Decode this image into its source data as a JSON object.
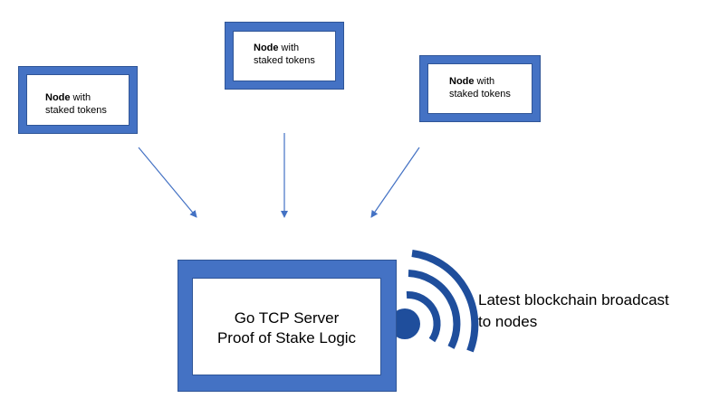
{
  "nodes": [
    {
      "name_bold": "Node",
      "name_rest": " with",
      "line2": "staked tokens"
    },
    {
      "name_bold": "Node",
      "name_rest": " with",
      "line2": "staked tokens"
    },
    {
      "name_bold": "Node",
      "name_rest": " with",
      "line2": "staked tokens"
    }
  ],
  "server": {
    "line1": "Go TCP Server",
    "line2": "Proof of Stake Logic"
  },
  "broadcast": {
    "line1": "Latest blockchain broadcast",
    "line2": "to nodes"
  },
  "icons": {
    "broadcast": "wifi-signal-icon"
  },
  "colors": {
    "box_fill": "#4472c4",
    "box_border": "#2f5597",
    "arrow": "#4472c4",
    "signal": "#1f4e9c"
  }
}
